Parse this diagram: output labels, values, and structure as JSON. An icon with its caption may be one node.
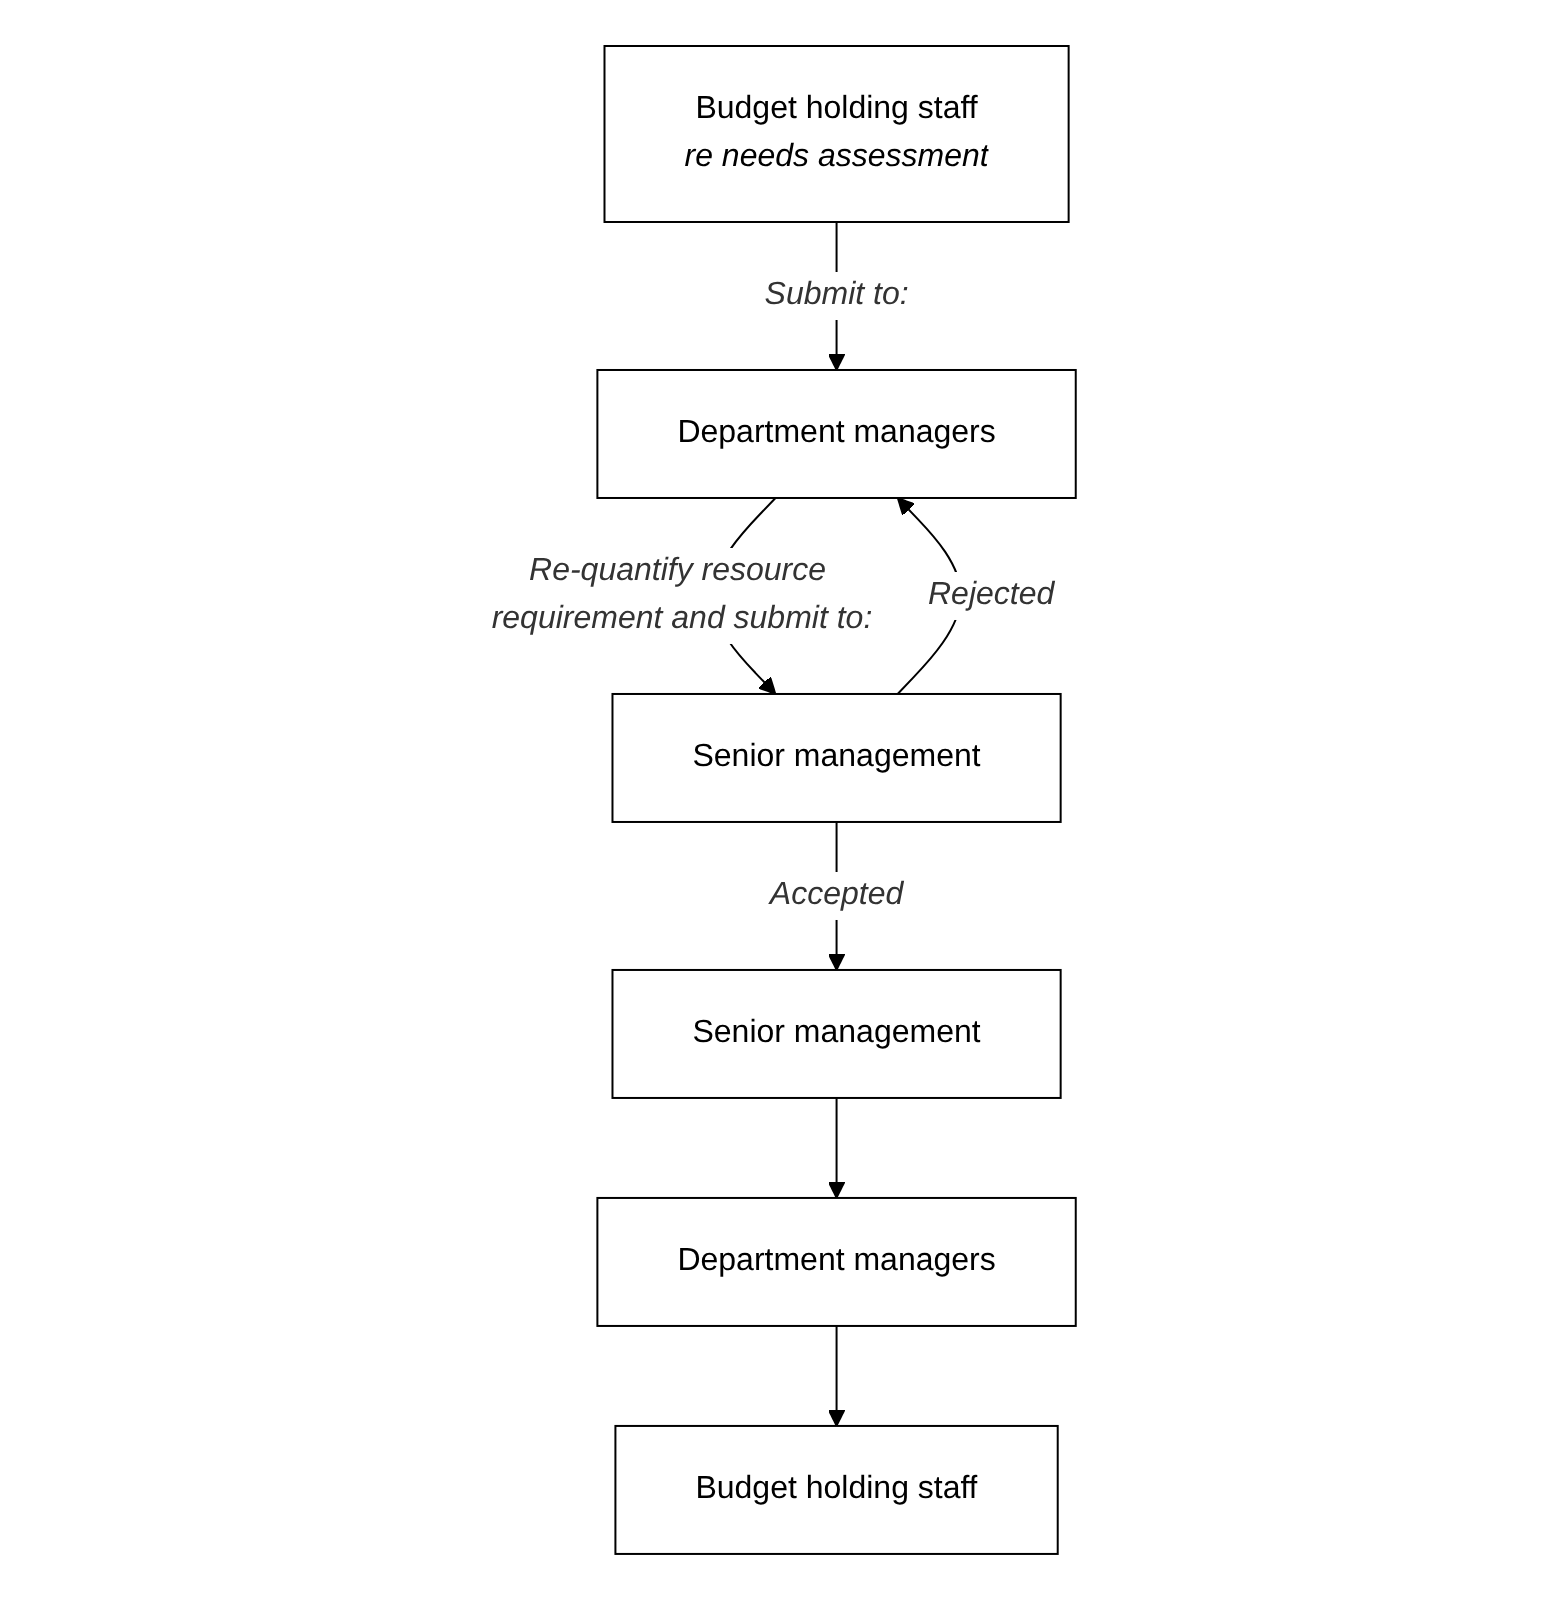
{
  "diagram": {
    "nodes": [
      {
        "text": [
          "Budget holding staff",
          "re needs assessment"
        ]
      },
      {
        "text": [
          "Department managers"
        ]
      },
      {
        "text": [
          "Senior management"
        ]
      },
      {
        "text": [
          "Senior management"
        ]
      },
      {
        "text": [
          "Department managers"
        ]
      },
      {
        "text": [
          "Budget holding staff"
        ]
      }
    ],
    "edges": [
      {
        "from": 0,
        "to": 1,
        "arrow": "to",
        "label": "Submit to:"
      },
      {
        "from": 1,
        "to": 2,
        "arrow": "to",
        "label": "Re-quantify resource requirement and submit to:"
      },
      {
        "from": 2,
        "to": 1,
        "arrow": "to",
        "label": "Rejected"
      },
      {
        "from": 2,
        "to": 3,
        "arrow": "to",
        "label": "Accepted"
      },
      {
        "from": 3,
        "to": 4,
        "arrow": "to"
      },
      {
        "from": 4,
        "to": 5,
        "arrow": "to"
      }
    ]
  }
}
